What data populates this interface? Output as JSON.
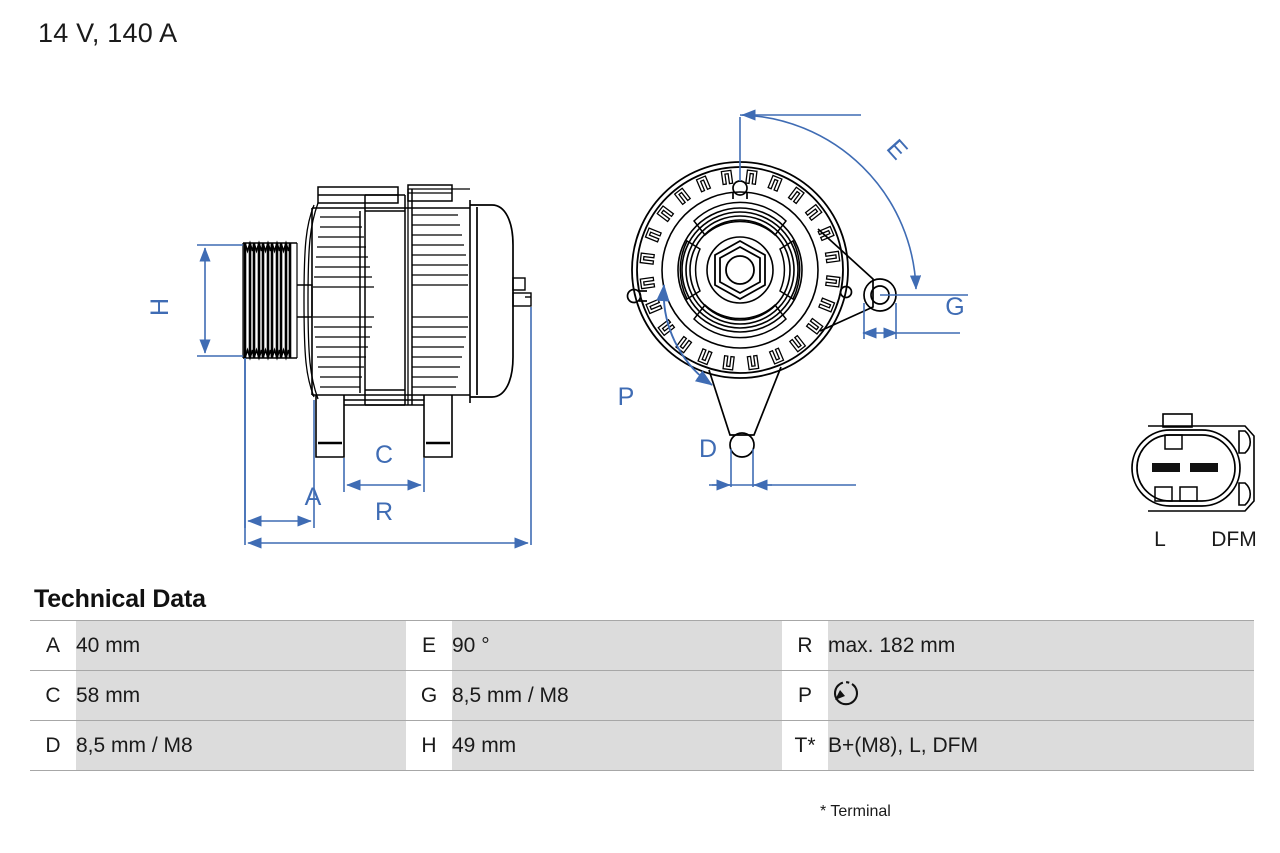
{
  "page": {
    "title": "14 V, 140 A"
  },
  "drawing": {
    "side_view": {
      "name": "alternator-side-view",
      "dimension_labels": [
        "H",
        "A",
        "C",
        "R"
      ]
    },
    "front_view": {
      "name": "alternator-front-view",
      "dimension_labels": [
        "E",
        "G",
        "P",
        "D"
      ]
    },
    "connector": {
      "name": "connector-plug-detail",
      "terminal_labels": [
        "L",
        "DFM"
      ]
    }
  },
  "technical_data": {
    "heading": "Technical Data",
    "footnote": "* Terminal",
    "rows": [
      {
        "col1_key": "A",
        "col1_val": "40 mm",
        "col2_key": "E",
        "col2_val": "90 °",
        "col3_key": "R",
        "col3_val": "max. 182 mm"
      },
      {
        "col1_key": "C",
        "col1_val": "58 mm",
        "col2_key": "G",
        "col2_val": "8,5 mm / M8",
        "col3_key": "P",
        "col3_val": ""
      },
      {
        "col1_key": "D",
        "col1_val": "8,5 mm / M8",
        "col2_key": "H",
        "col2_val": "49 mm",
        "col3_key": "T*",
        "col3_val": "B+(M8), L, DFM"
      }
    ],
    "p_value_icon": "counterclockwise-rotation-icon"
  },
  "colors": {
    "dimension_blue": "#3f6cb4",
    "line_black": "#000000",
    "table_value_bg": "#dcdcdc",
    "table_border": "#a7a7a7",
    "page_bg": "#ffffff"
  }
}
